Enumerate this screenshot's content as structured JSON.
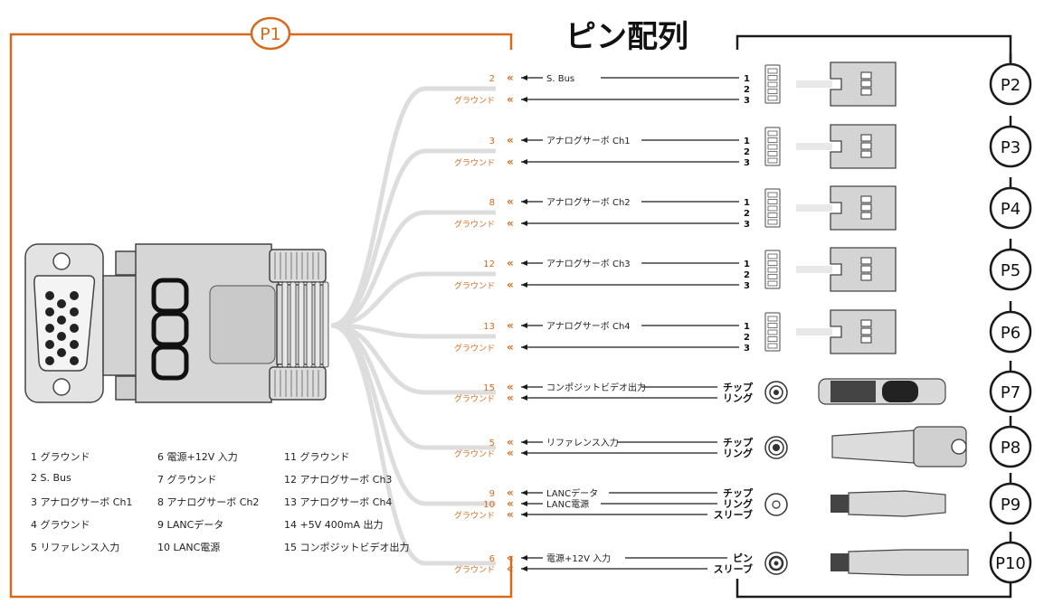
{
  "title": "ピン配列",
  "main_label": "P1",
  "colors": {
    "accent": "#d56a1c",
    "ink": "#1a1a1a",
    "cable": "#dddddd",
    "connector": "#cfcfcf"
  },
  "pin_legend": [
    "1 グラウンド",
    "2 S. Bus",
    "3 アナログサーボ Ch1",
    "4 グラウンド",
    "5 リファレンス入力",
    "6 電源+12V 入力",
    "7 グラウンド",
    "8 アナログサーボ Ch2",
    "9 LANCデータ",
    "10 LANC電源",
    "11 グラウンド",
    "12 アナログサーボ Ch3",
    "13 アナログサーボ Ch4",
    "14 +5V 400mA 出力",
    "15 コンポジットビデオ出力"
  ],
  "connectors": [
    {
      "label": "P2",
      "connector": "servo",
      "lines": [
        {
          "pin": "2",
          "signal": "S. Bus",
          "term": "1"
        },
        {
          "pin": "",
          "signal": "",
          "term": "2"
        },
        {
          "pin": "グラウンド",
          "signal": "",
          "term": "3"
        }
      ]
    },
    {
      "label": "P3",
      "connector": "servo",
      "lines": [
        {
          "pin": "3",
          "signal": "アナログサーボ Ch1",
          "term": "1"
        },
        {
          "pin": "",
          "signal": "",
          "term": "2"
        },
        {
          "pin": "グラウンド",
          "signal": "",
          "term": "3"
        }
      ]
    },
    {
      "label": "P4",
      "connector": "servo",
      "lines": [
        {
          "pin": "8",
          "signal": "アナログサーボ Ch2",
          "term": "1"
        },
        {
          "pin": "",
          "signal": "",
          "term": "2"
        },
        {
          "pin": "グラウンド",
          "signal": "",
          "term": "3"
        }
      ]
    },
    {
      "label": "P5",
      "connector": "servo",
      "lines": [
        {
          "pin": "12",
          "signal": "アナログサーボ Ch3",
          "term": "1"
        },
        {
          "pin": "",
          "signal": "",
          "term": "2"
        },
        {
          "pin": "グラウンド",
          "signal": "",
          "term": "3"
        }
      ]
    },
    {
      "label": "P6",
      "connector": "servo",
      "lines": [
        {
          "pin": "13",
          "signal": "アナログサーボ Ch4",
          "term": "1"
        },
        {
          "pin": "",
          "signal": "",
          "term": "2"
        },
        {
          "pin": "グラウンド",
          "signal": "",
          "term": "3"
        }
      ]
    },
    {
      "label": "P7",
      "connector": "rca",
      "lines": [
        {
          "pin": "15",
          "signal": "コンポジットビデオ出力",
          "term": "チップ"
        },
        {
          "pin": "グラウンド",
          "signal": "",
          "term": "リング"
        }
      ]
    },
    {
      "label": "P8",
      "connector": "bnc",
      "lines": [
        {
          "pin": "5",
          "signal": "リファレンス入力",
          "term": "チップ"
        },
        {
          "pin": "グラウンド",
          "signal": "",
          "term": "リング"
        }
      ]
    },
    {
      "label": "P9",
      "connector": "trs",
      "lines": [
        {
          "pin": "9",
          "signal": "LANCデータ",
          "term": "チップ"
        },
        {
          "pin": "10",
          "signal": "LANC電源",
          "term": "リング"
        },
        {
          "pin": "グラウンド",
          "signal": "",
          "term": "スリーブ"
        }
      ]
    },
    {
      "label": "P10",
      "connector": "dc",
      "lines": [
        {
          "pin": "6",
          "signal": "電源+12V 入力",
          "term": "ピン"
        },
        {
          "pin": "グラウンド",
          "signal": "",
          "term": "スリーブ"
        }
      ]
    }
  ]
}
